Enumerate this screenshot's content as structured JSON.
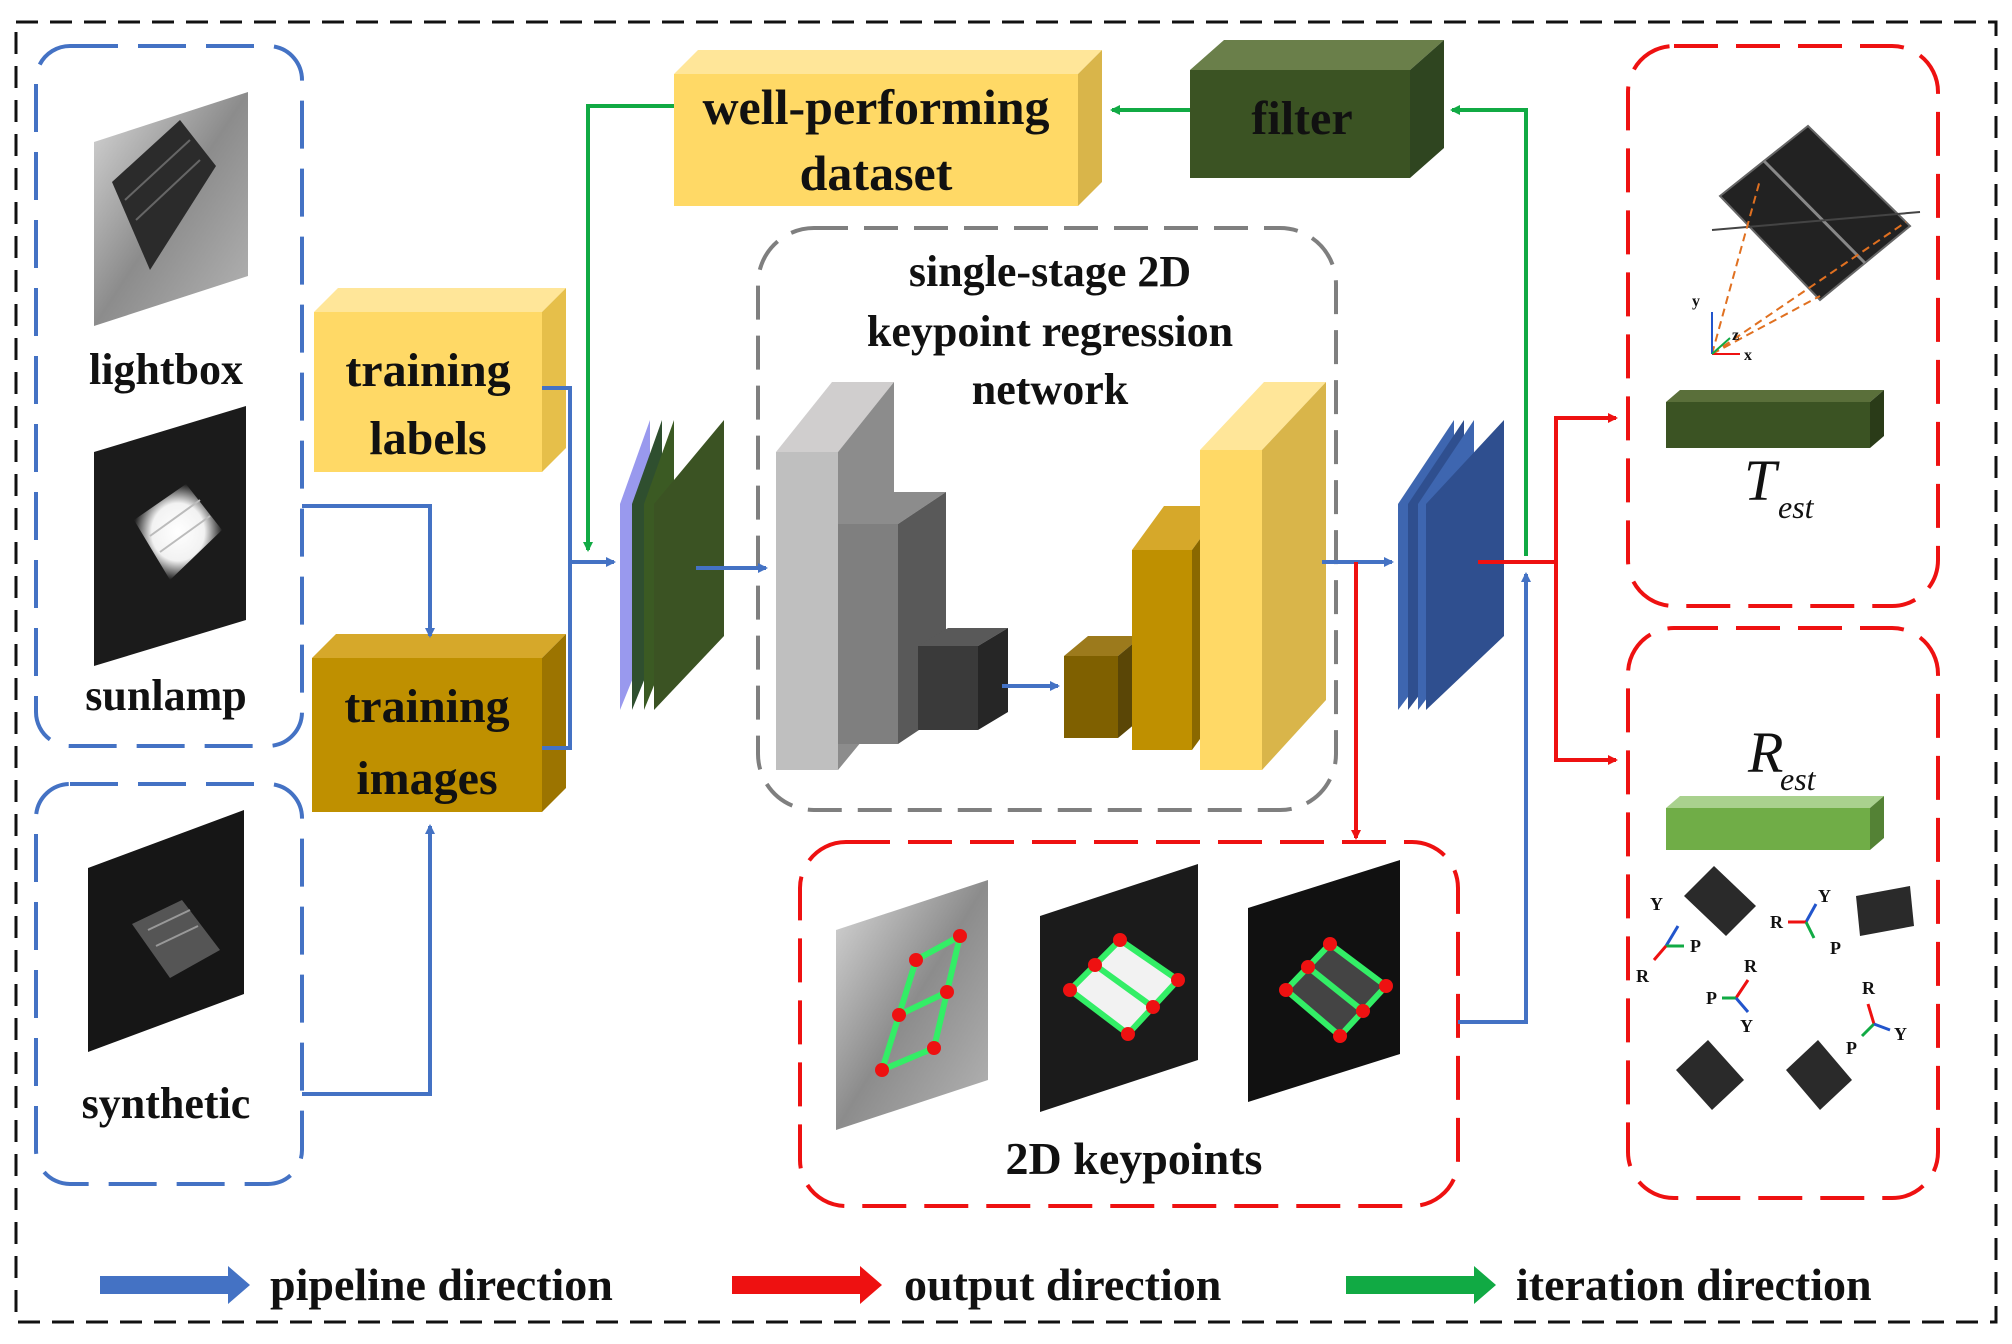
{
  "sources": {
    "lightbox": "lightbox",
    "sunlamp": "sunlamp",
    "synthetic": "synthetic"
  },
  "training": {
    "labels": [
      "training",
      "labels"
    ],
    "images": [
      "training",
      "images"
    ]
  },
  "dataset": [
    "well-performing",
    "dataset"
  ],
  "filter": "filter",
  "network": [
    "single-stage 2D",
    "keypoint regression",
    "network"
  ],
  "keypoints_label": "2D keypoints",
  "outputs": {
    "translation": "T",
    "translation_sub": "est",
    "rotation": "R",
    "rotation_sub": "est"
  },
  "axis_letters": {
    "x": "x",
    "y": "y",
    "z": "z",
    "R": "R",
    "P": "P",
    "Y": "Y"
  },
  "legend": {
    "pipeline": "pipeline direction",
    "output": "output direction",
    "iteration": "iteration direction"
  },
  "colors": {
    "pipeline": "#4472c4",
    "output": "#ee1111",
    "iteration": "#11aa44",
    "source_frame": "#4472c4",
    "network_frame": "#7f7f7f",
    "output_frame": "#ee1111",
    "light_yellow": "#ffd966",
    "dark_yellow": "#bf9000",
    "dark_green": "#3b5323",
    "light_green": "#70ad47",
    "navy": "#2f4f8f"
  }
}
